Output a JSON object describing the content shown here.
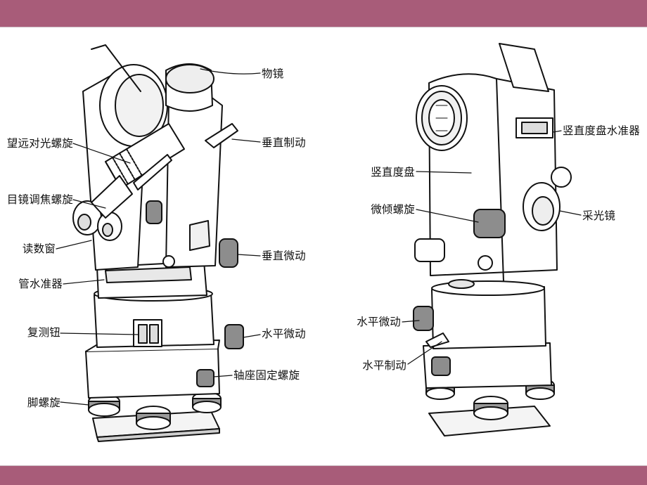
{
  "theme": {
    "band_color": "#a85c79",
    "line_color": "#111111",
    "paper": "#ffffff"
  },
  "left_instrument": {
    "labels": {
      "objective_lens": "物镜",
      "vertical_clamp": "垂直制动",
      "telescope_focus_screw": "望远对光螺旋",
      "eyepiece_focus_screw": "目镜调焦螺旋",
      "reading_window": "读数窗",
      "vertical_tangent": "垂直微动",
      "plate_level": "管水准器",
      "repetition_clamp": "复测钮",
      "horizontal_tangent": "水平微动",
      "base_lock_screw": "轴座固定螺旋",
      "foot_screw": "脚螺旋"
    }
  },
  "right_instrument": {
    "labels": {
      "vertical_circle_level": "竖直度盘水准器",
      "vertical_circle": "竖直度盘",
      "tilt_screw": "微倾螺旋",
      "mirror": "采光镜",
      "horizontal_tangent": "水平微动",
      "horizontal_clamp": "水平制动"
    }
  }
}
